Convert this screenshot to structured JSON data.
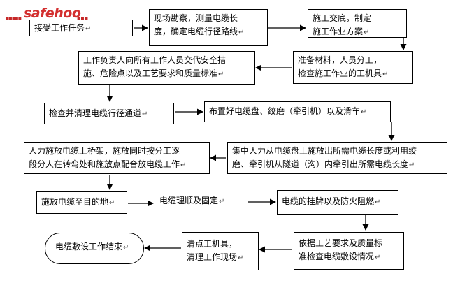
{
  "logo": {
    "text": "safehoo"
  },
  "nodes": {
    "receive_task": "接受工作任务",
    "survey": "现场勘察，测量电缆长\n度，确定电缆行径路线",
    "disclosure": "施工交底，制定\n施工作业方案",
    "prepare": "准备材料，人员分工，\n检查施工作业的工机具",
    "safety_briefing": "工作负责人向所有工作人员交代安全措\n施、危险点以及工艺要求和质量标准",
    "clear_route": "检查并清理电缆行径通道",
    "arrange_drum": "布置好电缆盘、绞磨（牵引机）以及滑车",
    "pull_cable": "集中人力从电缆盘上施放出所需电缆长度或利用绞\n磨、牵引机从隧道（沟）内牵引出所需电缆长度",
    "lay_on_bridge": "人力施放电缆上桥架，施放同时按分工逐\n段分人在转弯处和施放点配合放电缆工作",
    "to_destination": "施放电缆至目的地",
    "straighten_fix": "电缆理顺及固定",
    "label_fireproof": "电缆的挂牌以及防火阻燃",
    "inspect": "依据工艺要求及质量标\n准检查电缆敷设情况",
    "clean_tools": "清点工机具，\n清理工作现场",
    "end": "电缆敷设工作结束"
  }
}
